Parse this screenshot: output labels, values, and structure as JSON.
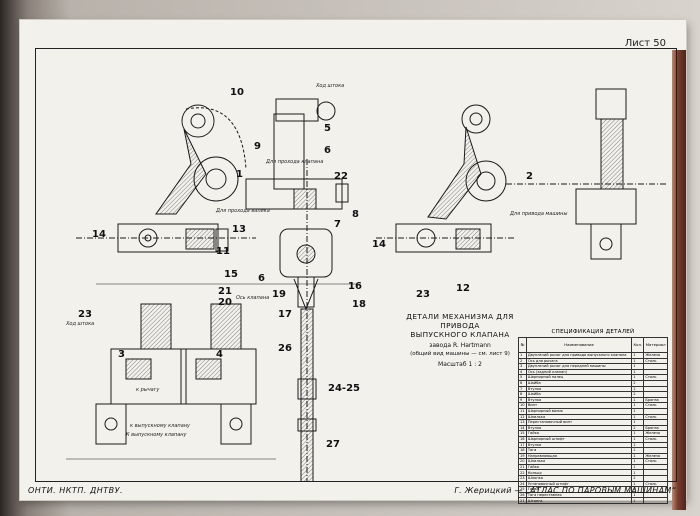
{
  "sheet": "Лист 50",
  "footer": {
    "left": "ОНТИ. НКТП. ДНТВУ.",
    "right": "Г. Жерицкий — „АТЛАС ПО ПАРОВЫМ МАШИНАМ“"
  },
  "title_block": {
    "title_line1": "ДЕТАЛИ МЕХАНИЗМА ДЛЯ ПРИВОДА",
    "title_line2": "ВЫПУСКНОГО КЛАПАНА",
    "factory": "завода R. Hartmann",
    "note": "(общий вид машины — см. лист 9)",
    "scale": "Масштаб 1 : 2"
  },
  "part_numbers": [
    "10",
    "5",
    "6",
    "9",
    "22",
    "1",
    "8",
    "7",
    "13",
    "14",
    "11",
    "15",
    "21",
    "20",
    "23",
    "6",
    "19",
    "17",
    "16",
    "18",
    "26",
    "24-25",
    "27",
    "3",
    "4",
    "2",
    "14",
    "23",
    "12"
  ],
  "annotations": [
    "Ход штока",
    "Для прохода клапана",
    "Для прохода валика",
    "Ось клапана",
    "Ход штока",
    "к выпускному клапану",
    "к рычагу",
    "К выпускному клапану",
    "Для привода машины"
  ],
  "spec": {
    "title": "СПЕЦИФИКАЦИЯ ДЕТАЛЕЙ",
    "headers": [
      "№",
      "Наименование",
      "Кол.",
      "Материал"
    ],
    "rows": [
      [
        "1",
        "Двуплечий рычаг для привода выпускного клапана",
        "1",
        "Железо"
      ],
      [
        "2",
        "Ось для рычага",
        "1",
        "Сталь"
      ],
      [
        "3",
        "Двуплечий рычаг для передней машины",
        "1",
        ""
      ],
      [
        "4",
        "Ось (задний клапан)",
        "1",
        ""
      ],
      [
        "5",
        "Шарнирный палец",
        "1",
        "Сталь"
      ],
      [
        "6",
        "Шайба",
        "2",
        ""
      ],
      [
        "7",
        "Втулка",
        "1",
        ""
      ],
      [
        "8",
        "Шайба",
        "2",
        ""
      ],
      [
        "9",
        "Втулка",
        "1",
        "Бронза"
      ],
      [
        "10",
        "Винт",
        "1",
        "Сталь"
      ],
      [
        "11",
        "Шарнирный валик",
        "1",
        ""
      ],
      [
        "12",
        "Шпилька",
        "1",
        "Сталь"
      ],
      [
        "13",
        "Перестановочный винт",
        "1",
        ""
      ],
      [
        "14",
        "Втулка",
        "2",
        "Бронза"
      ],
      [
        "15",
        "Гайка",
        "1",
        "Железо"
      ],
      [
        "16",
        "Шарнирный штифт",
        "1",
        "Сталь"
      ],
      [
        "17",
        "Втулка",
        "1",
        ""
      ],
      [
        "18",
        "Тяга",
        "1",
        ""
      ],
      [
        "19",
        "Направляющая",
        "1",
        "Железо"
      ],
      [
        "20",
        "Шпилька",
        "1",
        "Сталь"
      ],
      [
        "21",
        "Гайка",
        "1",
        ""
      ],
      [
        "22",
        "Кольцо",
        "1",
        ""
      ],
      [
        "23",
        "Шпонка",
        "2",
        ""
      ],
      [
        "24",
        "Установочный штифт",
        "1",
        "Сталь"
      ],
      [
        "25",
        "Гайка",
        "1",
        ""
      ],
      [
        "26",
        "Тяга переставная",
        "1",
        ""
      ],
      [
        "27",
        "Штанга",
        "1",
        ""
      ]
    ]
  }
}
